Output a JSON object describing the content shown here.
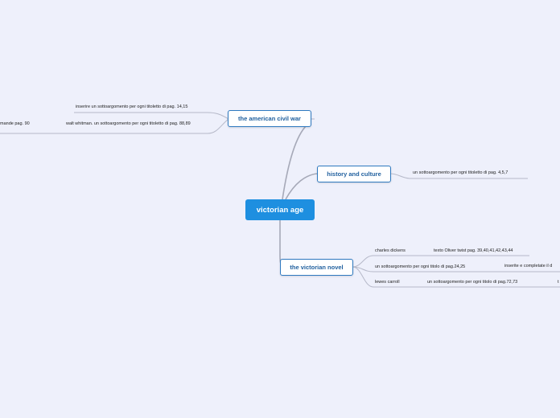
{
  "map": {
    "root": "victorian age",
    "branches": [
      {
        "label": "the american civil war",
        "children": [
          "inserire un sottoargomento per ogni titoletto di pag. 14,15",
          "walt whitman. un sottoargomento per ogni titoletto di pag. 88,89",
          "mande pag. 90"
        ]
      },
      {
        "label": "history and culture",
        "children": [
          "un sottoargomento per ogni titoletto di pag. 4,5,7"
        ]
      },
      {
        "label": "the victorian novel",
        "children": [
          "charles dickens",
          "texto Oliver twist pag. 39,40,41,42,43,44",
          "un sottoargomento per ogni titolo di pag.24,25",
          "inserite e completate il d",
          "lewes carroll",
          "un sottoargomento per ogni titolo di pag.72,73",
          "t"
        ]
      }
    ]
  },
  "colors": {
    "background": "#eef0fb",
    "root_fill": "#1e8fe0",
    "branch_border": "#2e79c0",
    "branch_text": "#1f5f9e",
    "connector": "#b5b8c8"
  }
}
